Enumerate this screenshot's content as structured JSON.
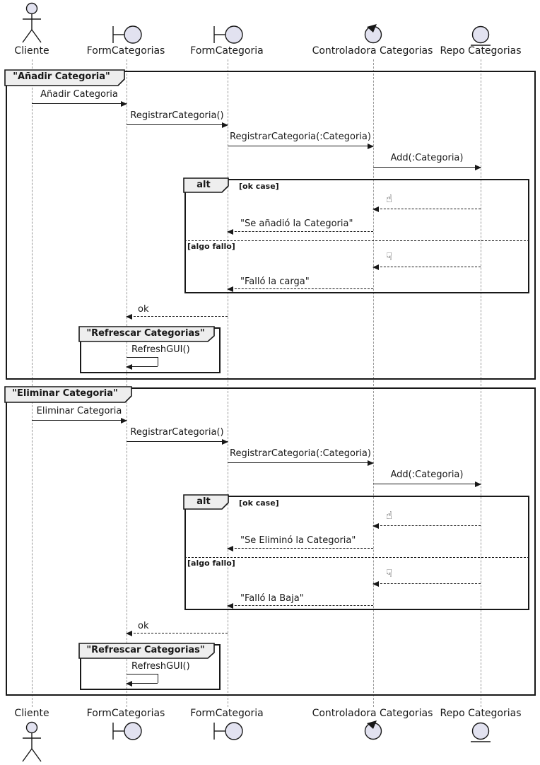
{
  "participants": [
    {
      "name": "Cliente",
      "kind": "actor"
    },
    {
      "name": "FormCategorias",
      "kind": "boundary"
    },
    {
      "name": "FormCategoria",
      "kind": "boundary"
    },
    {
      "name": "Controladora Categorias",
      "kind": "control"
    },
    {
      "name": "Repo Categorias",
      "kind": "entity"
    }
  ],
  "frames": [
    {
      "title": "\"Añadir Categoria\"",
      "messages": {
        "m1": "Añadir Categoria",
        "m2": "RegistrarCategoria()",
        "m3": "RegistrarCategoria(:Categoria)",
        "m4": "Add(:Categoria)"
      },
      "alt": {
        "keyword": "alt",
        "guard_ok": "[ok case]",
        "thumbs_up": "☝",
        "reply_ok": "\"Se añadió la Categoria\"",
        "guard_fail": "[algo fallo]",
        "thumbs_down": "☟",
        "reply_fail": "\"Falló la carga\""
      },
      "ok_reply": "ok",
      "subframe": {
        "title": "\"Refrescar Categorias\"",
        "message": "RefreshGUI()"
      }
    },
    {
      "title": "\"Eliminar Categoria\"",
      "messages": {
        "m1": "Eliminar Categoria",
        "m2": "RegistrarCategoria()",
        "m3": "RegistrarCategoria(:Categoria)",
        "m4": "Add(:Categoria)"
      },
      "alt": {
        "keyword": "alt",
        "guard_ok": "[ok case]",
        "thumbs_up": "☝",
        "reply_ok": "\"Se Eliminó la Categoria\"",
        "guard_fail": "[algo fallo]",
        "thumbs_down": "☟",
        "reply_fail": "\"Falló la Baja\""
      },
      "ok_reply": "ok",
      "subframe": {
        "title": "\"Refrescar Categorias\"",
        "message": "RefreshGUI()"
      }
    }
  ],
  "colors": {
    "participant_fill": "#E2E2F0",
    "stroke": "#181818",
    "frame_tab_bg": "#EEEEEE",
    "lifeline": "#999999"
  }
}
